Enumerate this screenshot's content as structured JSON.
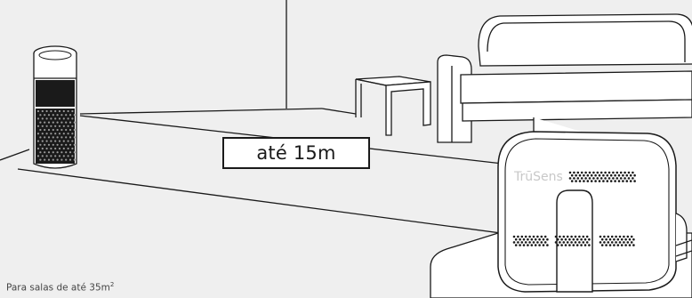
{
  "distance_label": "até 15m",
  "caption": {
    "text": "Para salas de até 35m",
    "superscript": "2"
  },
  "brand_logo": "TrūSens",
  "colors": {
    "background": "#efefef",
    "line": "#1a1a1a",
    "logo": "#c8c8c8"
  }
}
